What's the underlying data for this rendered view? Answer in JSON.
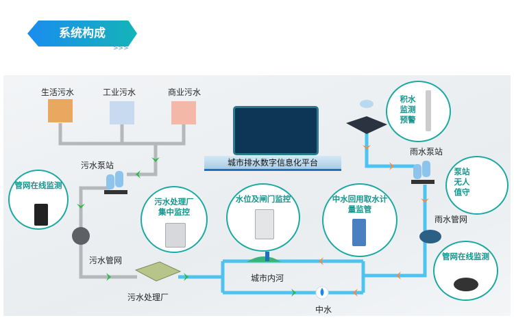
{
  "title": "系统构成",
  "title_arrows": ">>>",
  "platform": {
    "label": "城市排水数字信息化平台"
  },
  "sources": [
    "生活污水",
    "工业污水",
    "商业污水"
  ],
  "labels": {
    "sewage_pump": "污水泵站",
    "sewage_network": "污水管网",
    "sewage_plant": "污水处理厂",
    "river": "城市内河",
    "reclaimed": "中水",
    "rain_pump": "雨水泵站",
    "rain_network": "雨水管网"
  },
  "callouts": {
    "network_left": "管网在线监测",
    "plant_monitor": "污水处理厂集中监控",
    "water_level": "水位及闸门监控",
    "reclaimed_meter": "中水回用取水计量监管",
    "waterlogging": "积水监测预警",
    "pump_unmanned": "泵站无人值守",
    "network_right": "管网在线监测"
  },
  "colors": {
    "accent": "#1aa8a0",
    "sewage_pipe": "#b5b8bb",
    "clean_pipe": "#4fc3f0",
    "green_arrow": "#2eb84a",
    "orange_arrow": "#f08a4b"
  }
}
